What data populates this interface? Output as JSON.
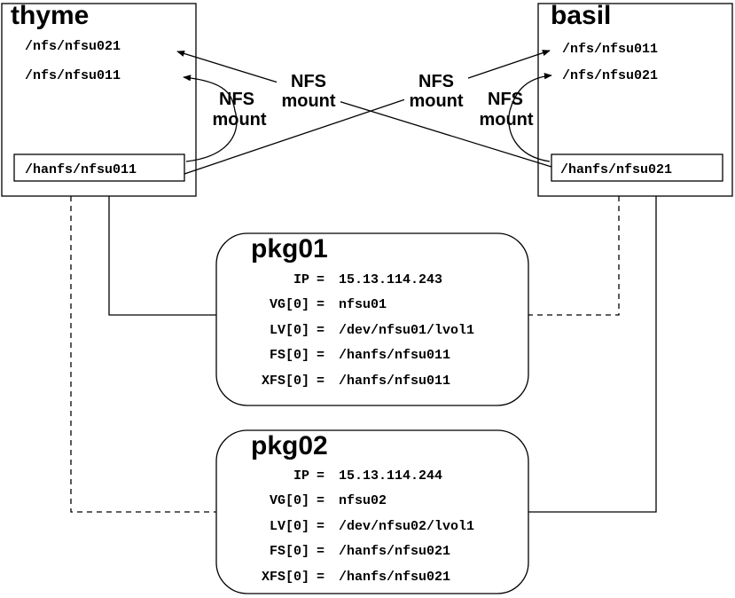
{
  "hosts": {
    "thyme": {
      "name": "thyme",
      "mounts": [
        "/nfs/nfsu021",
        "/nfs/nfsu011"
      ],
      "export": "/hanfs/nfsu011"
    },
    "basil": {
      "name": "basil",
      "mounts": [
        "/nfs/nfsu011",
        "/nfs/nfsu021"
      ],
      "export": "/hanfs/nfsu021"
    }
  },
  "edge_labels": {
    "thyme_local": [
      "NFS",
      "mount"
    ],
    "cross_left": [
      "NFS",
      "mount"
    ],
    "cross_right": [
      "NFS",
      "mount"
    ],
    "basil_local": [
      "NFS",
      "mount"
    ]
  },
  "packages": [
    {
      "name": "pkg01",
      "rows": [
        {
          "key": "IP",
          "value": "15.13.114.243"
        },
        {
          "key": "VG[0]",
          "value": "nfsu01"
        },
        {
          "key": "LV[0]",
          "value": "/dev/nfsu01/lvol1"
        },
        {
          "key": "FS[0]",
          "value": "/hanfs/nfsu011"
        },
        {
          "key": "XFS[0]",
          "value": "/hanfs/nfsu011"
        }
      ]
    },
    {
      "name": "pkg02",
      "rows": [
        {
          "key": "IP",
          "value": "15.13.114.244"
        },
        {
          "key": "VG[0]",
          "value": "nfsu02"
        },
        {
          "key": "LV[0]",
          "value": "/dev/nfsu02/lvol1"
        },
        {
          "key": "FS[0]",
          "value": "/hanfs/nfsu021"
        },
        {
          "key": "XFS[0]",
          "value": "/hanfs/nfsu021"
        }
      ]
    }
  ]
}
